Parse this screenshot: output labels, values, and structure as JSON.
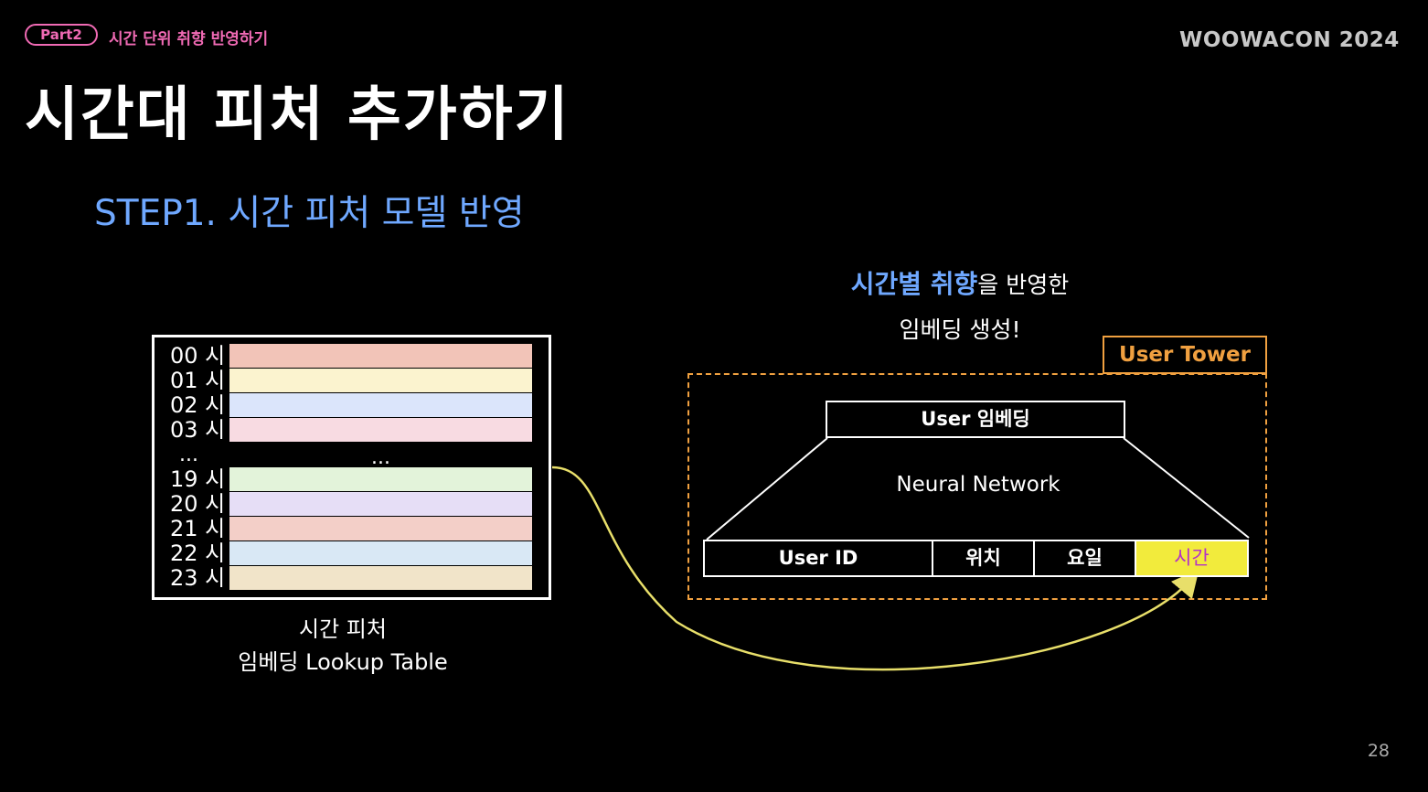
{
  "header": {
    "part_badge": "Part2",
    "part_title": "시간 단위 취향 반영하기",
    "brand": "WOOWACON 2024"
  },
  "title": "시간대 피처 추가하기",
  "step_title": "STEP1. 시간 피처 모델 반영",
  "lookup_table": {
    "rows": [
      {
        "label": "00 시",
        "color": "#f2c4b8"
      },
      {
        "label": "01 시",
        "color": "#fbf3cf"
      },
      {
        "label": "02 시",
        "color": "#dbe5fb"
      },
      {
        "label": "03 시",
        "color": "#f8dbe2"
      },
      {
        "label": "19 시",
        "color": "#e3f3da"
      },
      {
        "label": "20 시",
        "color": "#e6def6"
      },
      {
        "label": "21 시",
        "color": "#f3cfc8"
      },
      {
        "label": "22 시",
        "color": "#d9e8f5"
      },
      {
        "label": "23 시",
        "color": "#f1e4c9"
      }
    ],
    "ellipsis_label": "...",
    "ellipsis_bar": "...",
    "caption_line1": "시간 피처",
    "caption_line2": "임베딩 Lookup Table"
  },
  "headline": {
    "highlight": "시간별 취향",
    "rest": "을 반영한",
    "line2": "임베딩 생성!"
  },
  "user_tower": {
    "label": "User Tower",
    "embedding": "User 임베딩",
    "network": "Neural Network",
    "features": [
      {
        "label": "User ID",
        "highlight": false
      },
      {
        "label": "위치",
        "highlight": false
      },
      {
        "label": "요일",
        "highlight": false
      },
      {
        "label": "시간",
        "highlight": true
      }
    ]
  },
  "colors": {
    "accent_pink": "#f06ab4",
    "accent_blue": "#6fa8ff",
    "tower_orange": "#f0a040",
    "time_highlight": "#f2eb3c",
    "time_text": "#b431c8",
    "arrow": "#e8df6a"
  },
  "page_number": "28"
}
